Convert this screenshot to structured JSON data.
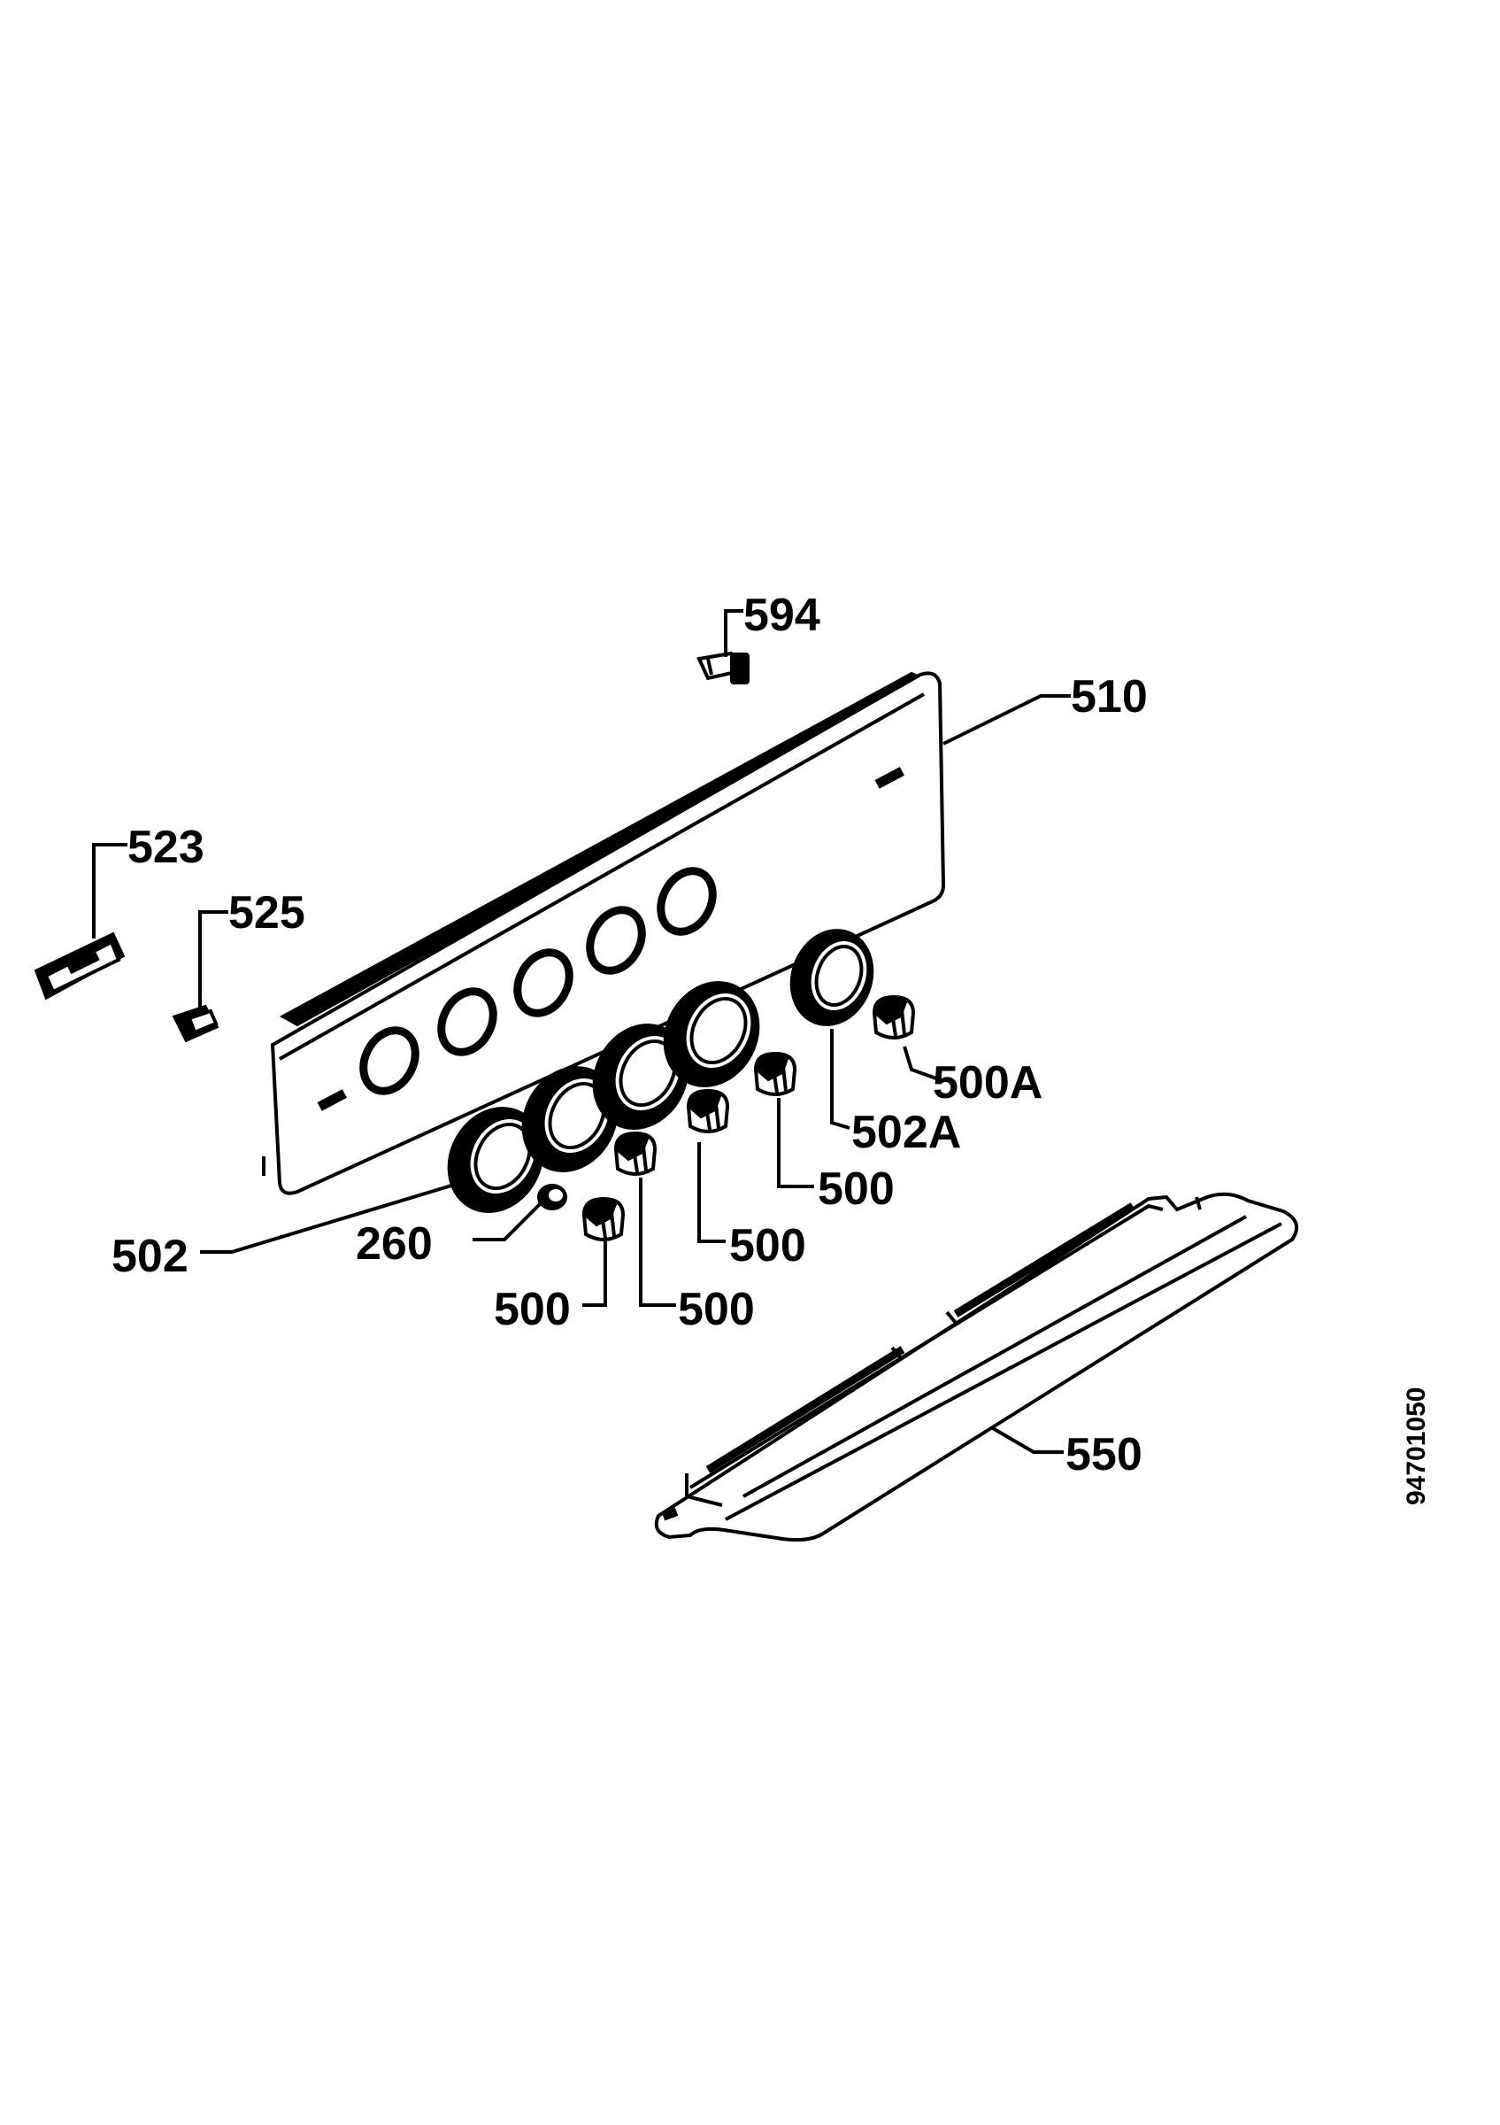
{
  "labels": {
    "p594": "594",
    "p510": "510",
    "p523": "523",
    "p525": "525",
    "p500a": "500A",
    "p502a": "502A",
    "p500_r1": "500",
    "p500_r2": "500",
    "p500_b1": "500",
    "p500_b2": "500",
    "p260": "260",
    "p502": "502",
    "p550": "550"
  },
  "document_number": "94701050"
}
